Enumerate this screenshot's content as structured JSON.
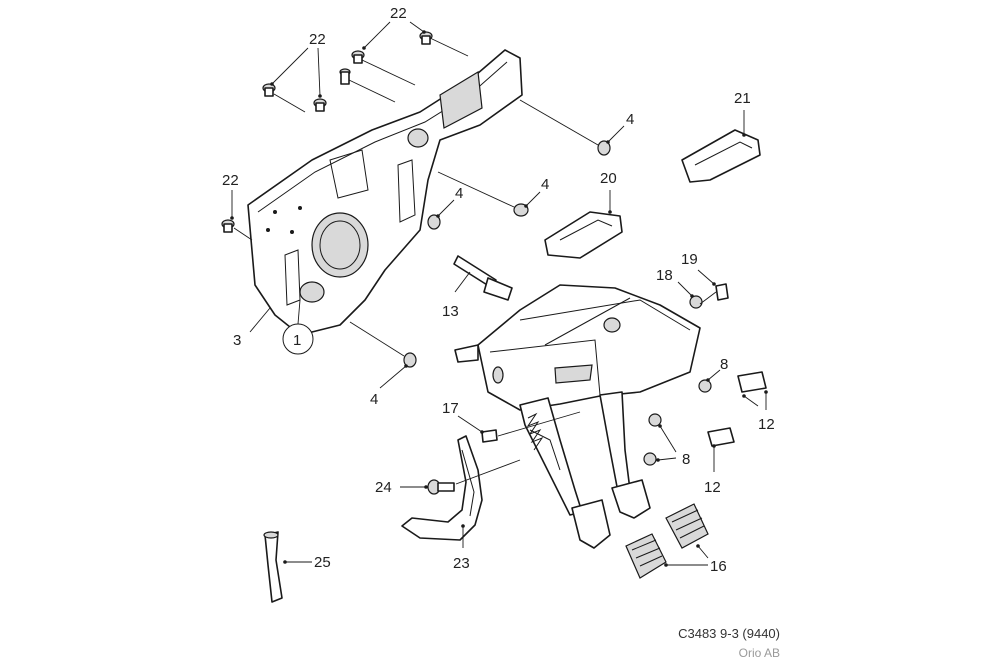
{
  "labels": {
    "l1": "1",
    "l3": "3",
    "l4a": "4",
    "l4b": "4",
    "l4c": "4",
    "l4d": "4",
    "l8a": "8",
    "l8b": "8",
    "l12a": "12",
    "l12b": "12",
    "l13": "13",
    "l16": "16",
    "l17": "17",
    "l18": "18",
    "l19": "19",
    "l20": "20",
    "l21": "21",
    "l22a": "22",
    "l22b": "22",
    "l22c": "22",
    "l23": "23",
    "l24": "24",
    "l25": "25"
  },
  "footer": {
    "code": "C3483 9-3 (9440)",
    "maker": "Orio AB"
  },
  "colors": {
    "line": "#1a1a1a",
    "shade": "#d9d9d9",
    "background": "#ffffff"
  }
}
